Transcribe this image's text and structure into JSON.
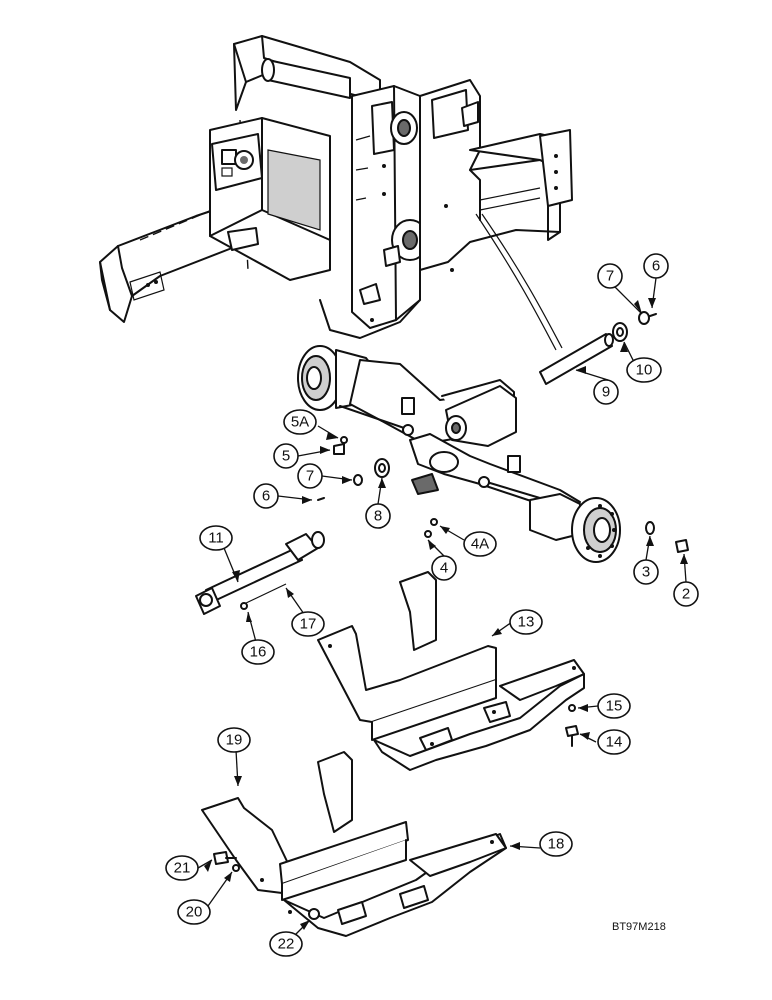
{
  "diagram": {
    "drawing_code": "BT97M218",
    "callouts": [
      {
        "id": "c7a",
        "label": "7"
      },
      {
        "id": "c6a",
        "label": "6"
      },
      {
        "id": "c10",
        "label": "10"
      },
      {
        "id": "c9",
        "label": "9"
      },
      {
        "id": "c5A",
        "label": "5A"
      },
      {
        "id": "c5",
        "label": "5"
      },
      {
        "id": "c7b",
        "label": "7"
      },
      {
        "id": "c6b",
        "label": "6"
      },
      {
        "id": "c8",
        "label": "8"
      },
      {
        "id": "c4A",
        "label": "4A"
      },
      {
        "id": "c4",
        "label": "4"
      },
      {
        "id": "c3",
        "label": "3"
      },
      {
        "id": "c2",
        "label": "2"
      },
      {
        "id": "c11",
        "label": "11"
      },
      {
        "id": "c17",
        "label": "17"
      },
      {
        "id": "c16",
        "label": "16"
      },
      {
        "id": "c13",
        "label": "13"
      },
      {
        "id": "c15",
        "label": "15"
      },
      {
        "id": "c14",
        "label": "14"
      },
      {
        "id": "c19",
        "label": "19"
      },
      {
        "id": "c18",
        "label": "18"
      },
      {
        "id": "c21",
        "label": "21"
      },
      {
        "id": "c20",
        "label": "20"
      },
      {
        "id": "c22",
        "label": "22"
      }
    ]
  }
}
